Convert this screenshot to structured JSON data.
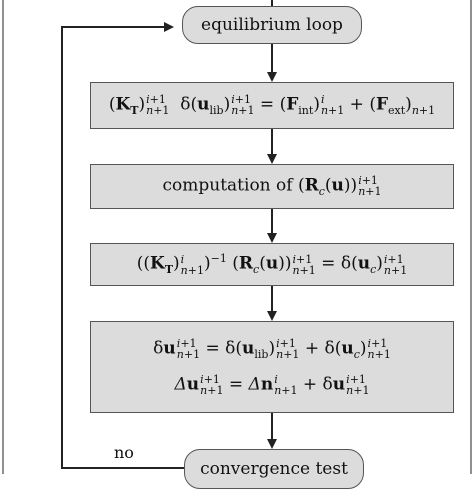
{
  "nodes": {
    "start": "equilibrium loop",
    "step1": "(K_T)_{n+1}^{i+1} δ(u_lib)_{n+1}^{i+1} = (F_int)_{n+1}^{i} + (F_ext)_{n+1}",
    "step2": "computation of (R_c(u))_{n+1}^{i+1}",
    "step3": "((K_T)_{n+1}^{i})^{-1} (R_c(u))_{n+1}^{i+1} = δ(u_c)_{n+1}^{i+1}",
    "step4_line1": "δu_{n+1}^{i+1} = δ(u_lib)_{n+1}^{i+1} + δ(u_c)_{n+1}^{i+1}",
    "step4_line2": "Δu_{n+1}^{i+1} = Δn_{n+1}^{i} + δu_{n+1}^{i+1}",
    "test": "convergence test"
  },
  "labels": {
    "no": "no"
  },
  "colors": {
    "box_fill": "#dcdcdc",
    "stroke": "#555555",
    "text": "#111111"
  }
}
